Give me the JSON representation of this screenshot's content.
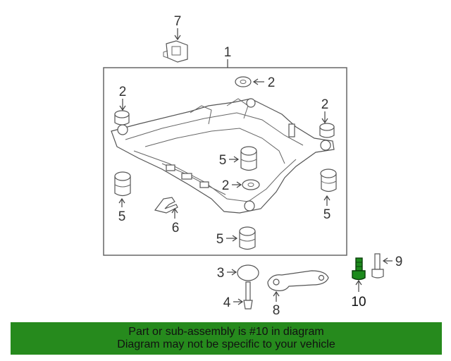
{
  "callouts": {
    "c1": "1",
    "c2a": "2",
    "c2b": "2",
    "c2c": "2",
    "c2d": "2",
    "c3": "3",
    "c4": "4",
    "c5a": "5",
    "c5b": "5",
    "c5c": "5",
    "c5d": "5",
    "c6": "6",
    "c7": "7",
    "c8": "8",
    "c9": "9",
    "c10": "10"
  },
  "banner": {
    "line1": "Part or sub-assembly is #10 in diagram",
    "line2": "Diagram may not be specific to your vehicle"
  },
  "colors": {
    "banner_bg": "#268a1d",
    "highlight_part": "#1c8a1c",
    "line_art": "#555555"
  }
}
